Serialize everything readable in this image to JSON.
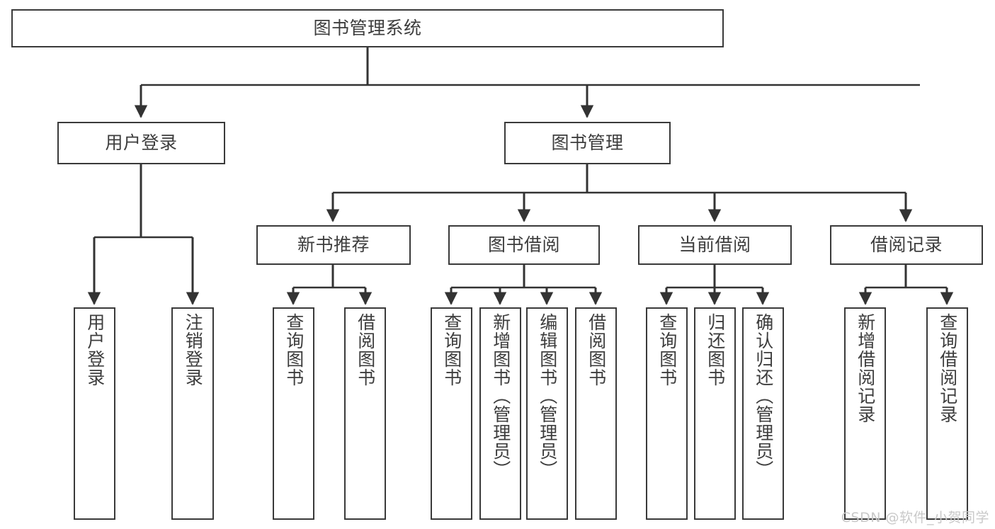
{
  "diagram": {
    "title": "图书管理系统",
    "type": "tree",
    "watermark": "CSDN @软件_小贺同学",
    "colors": {
      "box_border": "#3a3a3a",
      "box_fill": "#ffffff",
      "edge": "#333333",
      "text": "#3d3d3d",
      "watermark": "#c9c9c9"
    },
    "nodes": {
      "root": {
        "label": "图书管理系统"
      },
      "level2": [
        {
          "id": "user-login",
          "label": "用户登录"
        },
        {
          "id": "book-manage",
          "label": "图书管理"
        }
      ],
      "level3": [
        {
          "id": "new-book-rec",
          "label": "新书推荐"
        },
        {
          "id": "book-borrow",
          "label": "图书借阅"
        },
        {
          "id": "current-borrow",
          "label": "当前借阅"
        },
        {
          "id": "borrow-record",
          "label": "借阅记录"
        }
      ],
      "leaves": {
        "user-login": [
          {
            "id": "leaf-user-login",
            "label": "用户登录"
          },
          {
            "id": "leaf-logout",
            "label": "注销登录"
          }
        ],
        "new-book-rec": [
          {
            "id": "leaf-query-book-1",
            "label": "查询图书"
          },
          {
            "id": "leaf-borrow-book-1",
            "label": "借阅图书"
          }
        ],
        "book-borrow": [
          {
            "id": "leaf-query-book-2",
            "label": "查询图书"
          },
          {
            "id": "leaf-add-book",
            "label": "新增图书（管理员）"
          },
          {
            "id": "leaf-edit-book",
            "label": "编辑图书（管理员）"
          },
          {
            "id": "leaf-borrow-book-2",
            "label": "借阅图书"
          }
        ],
        "current-borrow": [
          {
            "id": "leaf-query-book-3",
            "label": "查询图书"
          },
          {
            "id": "leaf-return-book",
            "label": "归还图书"
          },
          {
            "id": "leaf-confirm-return",
            "label": "确认归还（管理员）"
          }
        ],
        "borrow-record": [
          {
            "id": "leaf-add-record",
            "label": "新增借阅记录"
          },
          {
            "id": "leaf-query-record",
            "label": "查询借阅记录"
          }
        ]
      }
    }
  }
}
